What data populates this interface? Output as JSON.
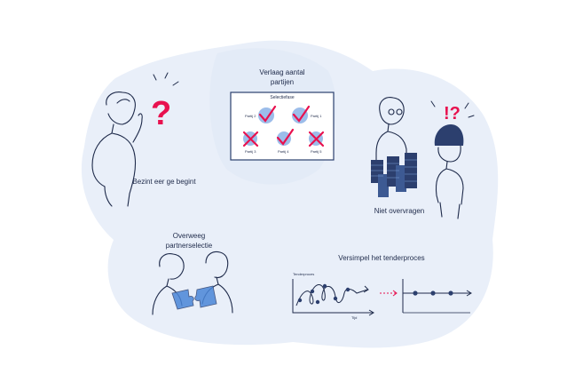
{
  "scenes": {
    "reflect": {
      "label": "Bezint eer ge begint"
    },
    "reduce": {
      "title_line1": "Verlaag aantal",
      "title_line2": "partijen",
      "panel_title": "Selectiefase",
      "parties": [
        {
          "name": "Partij 2",
          "status": "check"
        },
        {
          "name": "Partij 1",
          "status": "check"
        },
        {
          "name": "Partij 3",
          "status": "cross"
        },
        {
          "name": "Partij 4",
          "status": "check"
        },
        {
          "name": "Partij 5",
          "status": "cross"
        }
      ]
    },
    "no_overask": {
      "label": "Niet overvragen"
    },
    "partner": {
      "title_line1": "Overweeg",
      "title_line2": "partnerselectie"
    },
    "simplify": {
      "title": "Versimpel het tenderproces",
      "chart_label": "Tenderproces",
      "axis_label": "Tijd"
    }
  },
  "colors": {
    "blob": "#e9eff9",
    "ink": "#1e2a4a",
    "accent_blue": "#4a86d8",
    "check_red": "#e8114f",
    "book_navy": "#2c3f6e"
  }
}
